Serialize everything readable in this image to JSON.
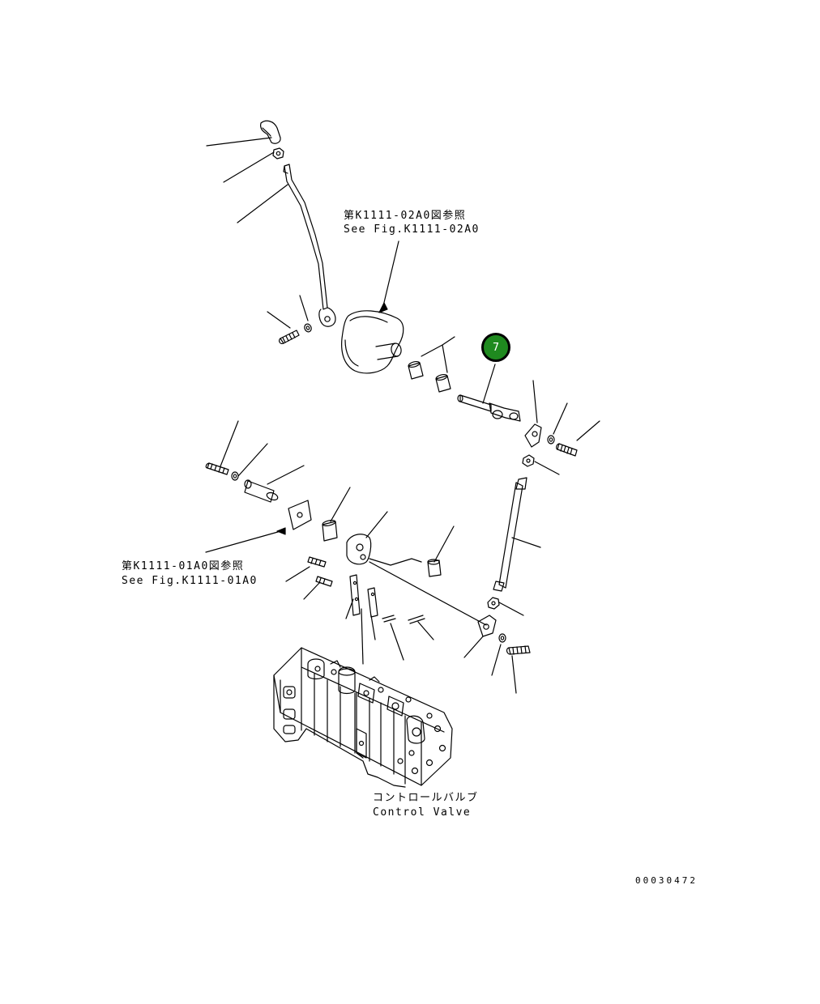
{
  "references": {
    "upper": {
      "jp": "第K1111-02A0図参照",
      "en": "See Fig.K1111-02A0"
    },
    "lower": {
      "jp": "第K1111-01A0図参照",
      "en": "See Fig.K1111-01A0"
    }
  },
  "control_valve": {
    "jp": "コントロールバルブ",
    "en": "Control Valve"
  },
  "callout": {
    "number": "7",
    "color": "#1f8a1f"
  },
  "drawing_number": "00030472"
}
